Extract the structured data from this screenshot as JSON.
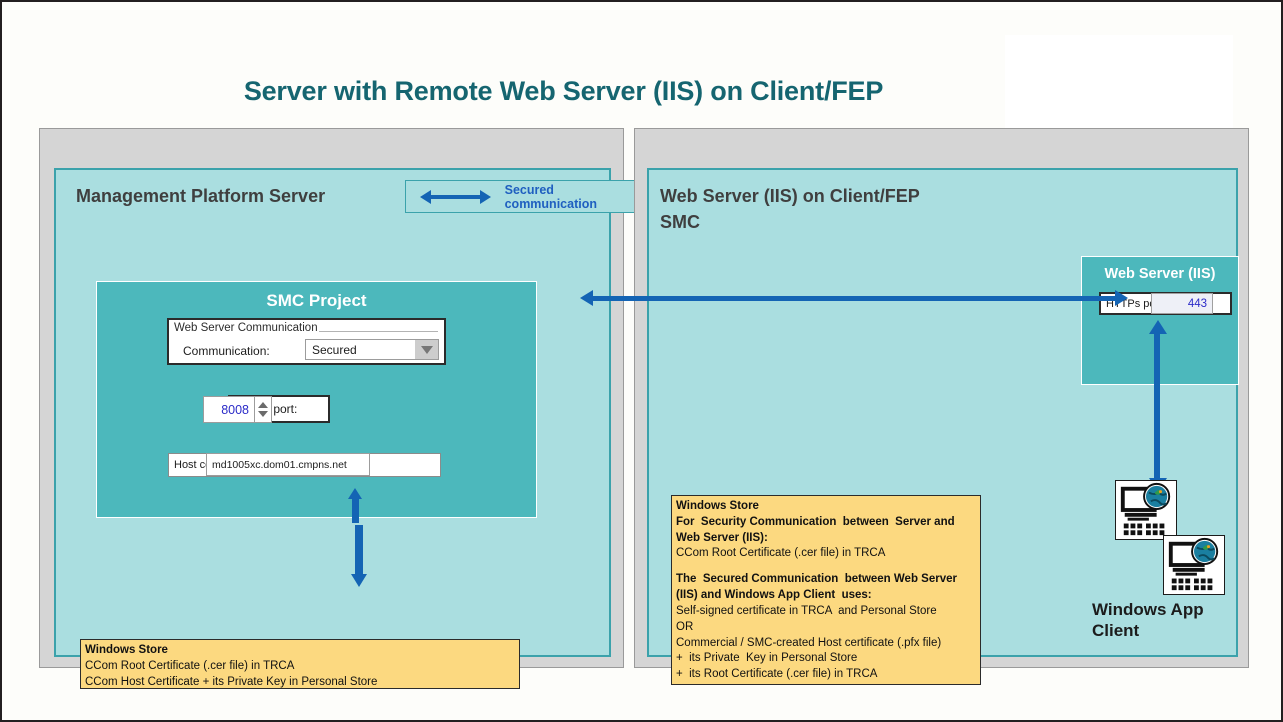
{
  "title": "Server with Remote Web Server (IIS) on Client/FEP",
  "colors": {
    "title": "#156570",
    "panel_bg": "#aadee0",
    "panel_border": "#3ba2ab",
    "inner_box": "#4cb8bc",
    "note_bg": "#fcd980",
    "arrow": "#1464b4",
    "frame_bg": "#d5d5d5"
  },
  "left": {
    "panel_title": "Management Platform Server",
    "legend": {
      "label": "Secured communication",
      "icon": "double-arrow-icon"
    },
    "smc_project": {
      "title": "SMC Project",
      "group": {
        "legend": "Web Server Communication",
        "field_label": "Communication:",
        "value": "Secured",
        "dropdown_icon": "chevron-down-icon"
      },
      "ccom_port": {
        "label": "CCom port:",
        "value": "8008",
        "spinner_icon": "spinner-arrows-icon"
      },
      "host_certificate": {
        "label": "Host certificate:",
        "value": "md1005xc.dom01.cmpns.net"
      }
    },
    "note": {
      "lines": [
        {
          "text": "Windows Store",
          "bold": true
        },
        {
          "text": "CCom Root Certificate (.cer file) in TRCA",
          "bold": false
        },
        {
          "text": "CCom Host Certificate + its Private Key in Personal Store",
          "bold": false
        }
      ]
    }
  },
  "right": {
    "panel_title": "Web Server (IIS) on Client/FEP\nSMC",
    "iis_box": {
      "title": "Web Server (IIS)",
      "https_port_label": "HTTPs port:",
      "https_port_value": "443"
    },
    "note": {
      "lines": [
        {
          "text": "Windows Store",
          "bold": true
        },
        {
          "text": "For  Security Communication  between  Server and",
          "bold": true
        },
        {
          "text": "Web Server (IIS):",
          "bold": true
        },
        {
          "text": "CCom Root Certificate (.cer file) in TRCA",
          "bold": false
        },
        {
          "text": "",
          "bold": false
        },
        {
          "text": "The  Secured Communication  between Web Server",
          "bold": true
        },
        {
          "text": "(IIS) and Windows App Client  uses:",
          "bold": true
        },
        {
          "text": "Self-signed certificate in TRCA  and Personal Store",
          "bold": false
        },
        {
          "text": "OR",
          "bold": false
        },
        {
          "text": "Commercial / SMC-created Host certificate (.pfx file)",
          "bold": false
        },
        {
          "text": "+  its Private  Key in Personal Store",
          "bold": false
        },
        {
          "text": "+  its Root Certificate (.cer file) in TRCA",
          "bold": false
        }
      ]
    },
    "client": {
      "label": "Windows App\nClient",
      "icon": "computer-globe-icon"
    }
  }
}
